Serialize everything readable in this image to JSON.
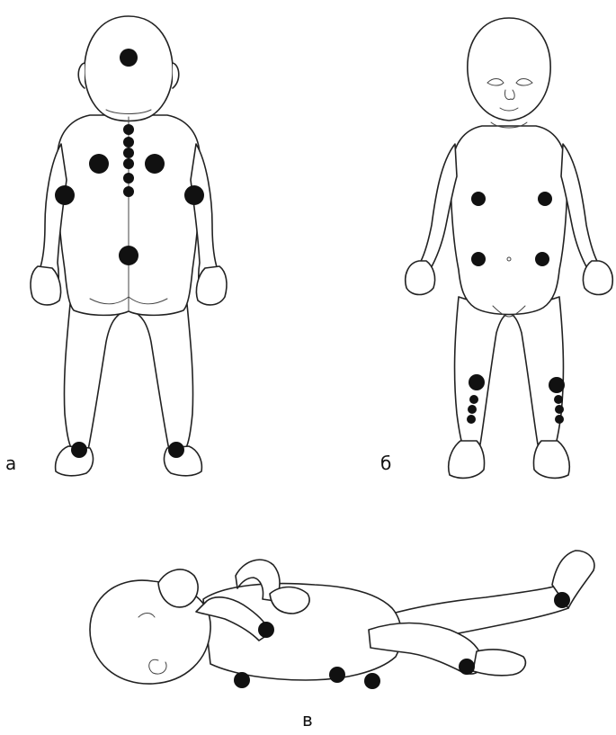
{
  "figures": [
    {
      "id": "back-view",
      "label": "а"
    },
    {
      "id": "front-view",
      "label": "б"
    },
    {
      "id": "lying-side-view",
      "label": "в"
    }
  ],
  "colors": {
    "line": "#222222",
    "marker": "#111111",
    "background": "#ffffff"
  }
}
